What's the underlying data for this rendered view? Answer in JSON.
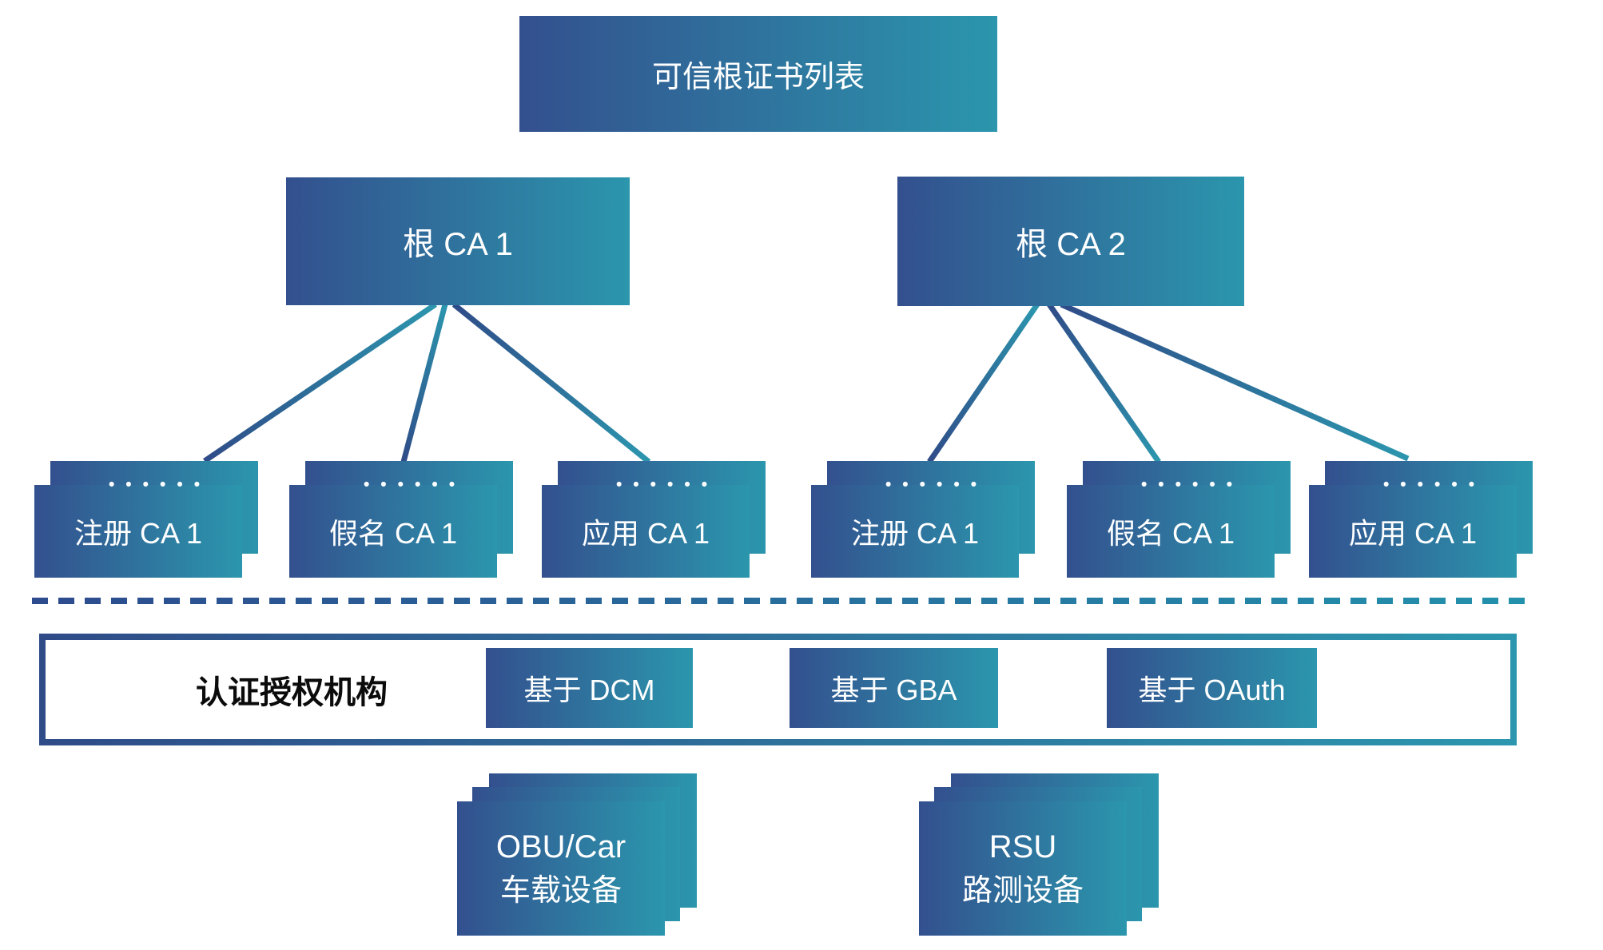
{
  "title_box": {
    "label": "可信根证书列表"
  },
  "root_cas": [
    {
      "label": "根 CA 1"
    },
    {
      "label": "根 CA 2"
    }
  ],
  "sub_cas": [
    {
      "label": "注册 CA 1",
      "dots": "••••••"
    },
    {
      "label": "假名 CA 1",
      "dots": "••••••"
    },
    {
      "label": "应用 CA 1",
      "dots": "••••••"
    },
    {
      "label": "注册 CA 1",
      "dots": "••••••"
    },
    {
      "label": "假名 CA 1",
      "dots": "••••••"
    },
    {
      "label": "应用 CA 1",
      "dots": "••••••"
    }
  ],
  "auth_section": {
    "label": "认证授权机构",
    "methods": [
      {
        "label": "基于 DCM"
      },
      {
        "label": "基于 GBA"
      },
      {
        "label": "基于 OAuth"
      }
    ]
  },
  "devices": [
    {
      "line1": "OBU/Car",
      "line2": "车载设备"
    },
    {
      "line1": "RSU",
      "line2": "路测设备"
    }
  ],
  "colors": {
    "navy": "#2f4c88",
    "teal": "#2c96ae",
    "text_on_box": "#ffffff",
    "frame_title_text": "#0b0b0b",
    "background": "#ffffff"
  }
}
